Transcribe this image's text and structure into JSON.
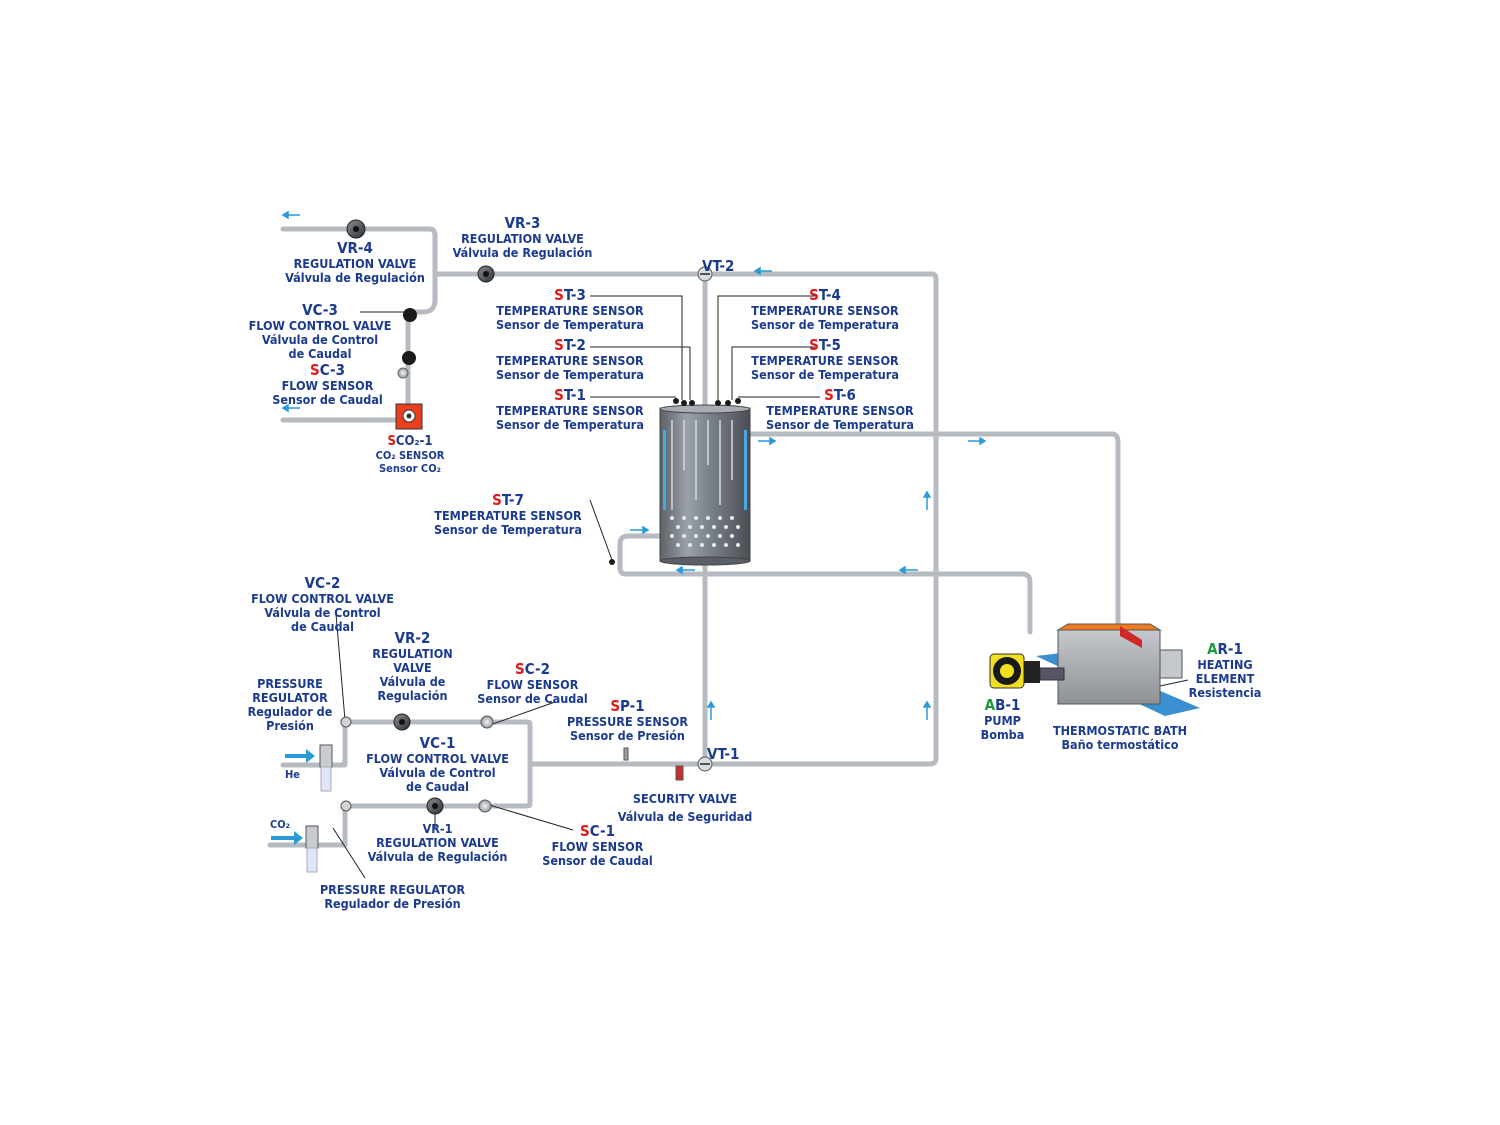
{
  "components": {
    "vr4": {
      "code_rest": "VR-4",
      "en": "REGULATION VALVE",
      "es": "Válvula de Regulación"
    },
    "vr3": {
      "code_rest": "VR-3",
      "en": "REGULATION VALVE",
      "es": "Válvula de Regulación"
    },
    "vt2": {
      "code_rest": "VT-2"
    },
    "vc3": {
      "code_rest": "VC-3",
      "en": "FLOW CONTROL VALVE",
      "es": "Válvula de Control\nde Caudal"
    },
    "sc3": {
      "prefix": "S",
      "code_rest": "C-3",
      "en": "FLOW SENSOR",
      "es": "Sensor de Caudal"
    },
    "sco2": {
      "prefix": "S",
      "code_rest": "CO₂-1",
      "en": "CO₂ SENSOR",
      "es": "Sensor CO₂"
    },
    "st3": {
      "prefix": "S",
      "code_rest": "T-3",
      "en": "TEMPERATURE SENSOR",
      "es": "Sensor de Temperatura"
    },
    "st2": {
      "prefix": "S",
      "code_rest": "T-2",
      "en": "TEMPERATURE SENSOR",
      "es": "Sensor de Temperatura"
    },
    "st1": {
      "prefix": "S",
      "code_rest": "T-1",
      "en": "TEMPERATURE SENSOR",
      "es": "Sensor de Temperatura"
    },
    "st4": {
      "prefix": "S",
      "code_rest": "T-4",
      "en": "TEMPERATURE SENSOR",
      "es": "Sensor de Temperatura"
    },
    "st5": {
      "prefix": "S",
      "code_rest": "T-5",
      "en": "TEMPERATURE SENSOR",
      "es": "Sensor de Temperatura"
    },
    "st6": {
      "prefix": "S",
      "code_rest": "T-6",
      "en": "TEMPERATURE SENSOR",
      "es": "Sensor de Temperatura"
    },
    "st7": {
      "prefix": "S",
      "code_rest": "T-7",
      "en": "TEMPERATURE SENSOR",
      "es": "Sensor de Temperatura"
    },
    "vc2": {
      "code_rest": "VC-2",
      "en": "FLOW CONTROL VALVE",
      "es": "Válvula de Control\nde Caudal"
    },
    "vr2": {
      "code_rest": "VR-2",
      "en": "REGULATION\nVALVE",
      "es": "Válvula de\nRegulación"
    },
    "sc2": {
      "prefix": "S",
      "code_rest": "C-2",
      "en": "FLOW SENSOR",
      "es": "Sensor de Caudal"
    },
    "sp1": {
      "prefix": "S",
      "code_rest": "P-1",
      "en": "PRESSURE SENSOR",
      "es": "Sensor de Presión"
    },
    "pr_he": {
      "en": "PRESSURE\nREGULATOR",
      "es": "Regulador de\nPresión"
    },
    "he": {
      "text": "He"
    },
    "vc1": {
      "code_rest": "VC-1",
      "en": "FLOW CONTROL VALVE",
      "es": "Válvula de Control\nde Caudal"
    },
    "vt1": {
      "code_rest": "VT-1"
    },
    "co2": {
      "text": "CO₂"
    },
    "security": {
      "en": "SECURITY VALVE",
      "es": "Válvula de Seguridad"
    },
    "vr1": {
      "code_rest": "VR-1",
      "en": "REGULATION VALVE",
      "es": "Válvula de Regulación"
    },
    "sc1": {
      "prefix": "S",
      "code_rest": "C-1",
      "en": "FLOW SENSOR",
      "es": "Sensor de Caudal"
    },
    "pr_co2": {
      "en": "PRESSURE REGULATOR",
      "es": "Regulador de Presión"
    },
    "ab1": {
      "prefix": "A",
      "code_rest": "B-1",
      "en": "PUMP",
      "es": "Bomba"
    },
    "bath": {
      "en": "THERMOSTATIC BATH",
      "es": "Baño termostático"
    },
    "ar1": {
      "prefix": "A",
      "code_rest": "R-1",
      "en": "HEATING\nELEMENT",
      "es": "Resistencia"
    }
  },
  "colors": {
    "label": "#1c3b8e",
    "sensor_prefix": "#e01818",
    "actuator_prefix": "#1a9a3a",
    "flow_arrow": "#2a9ad8",
    "pipe": "#b9bec5",
    "bath_base": "#3a8fd0",
    "heater_fill": "#f07a20",
    "pump_body": "#f0e020"
  }
}
